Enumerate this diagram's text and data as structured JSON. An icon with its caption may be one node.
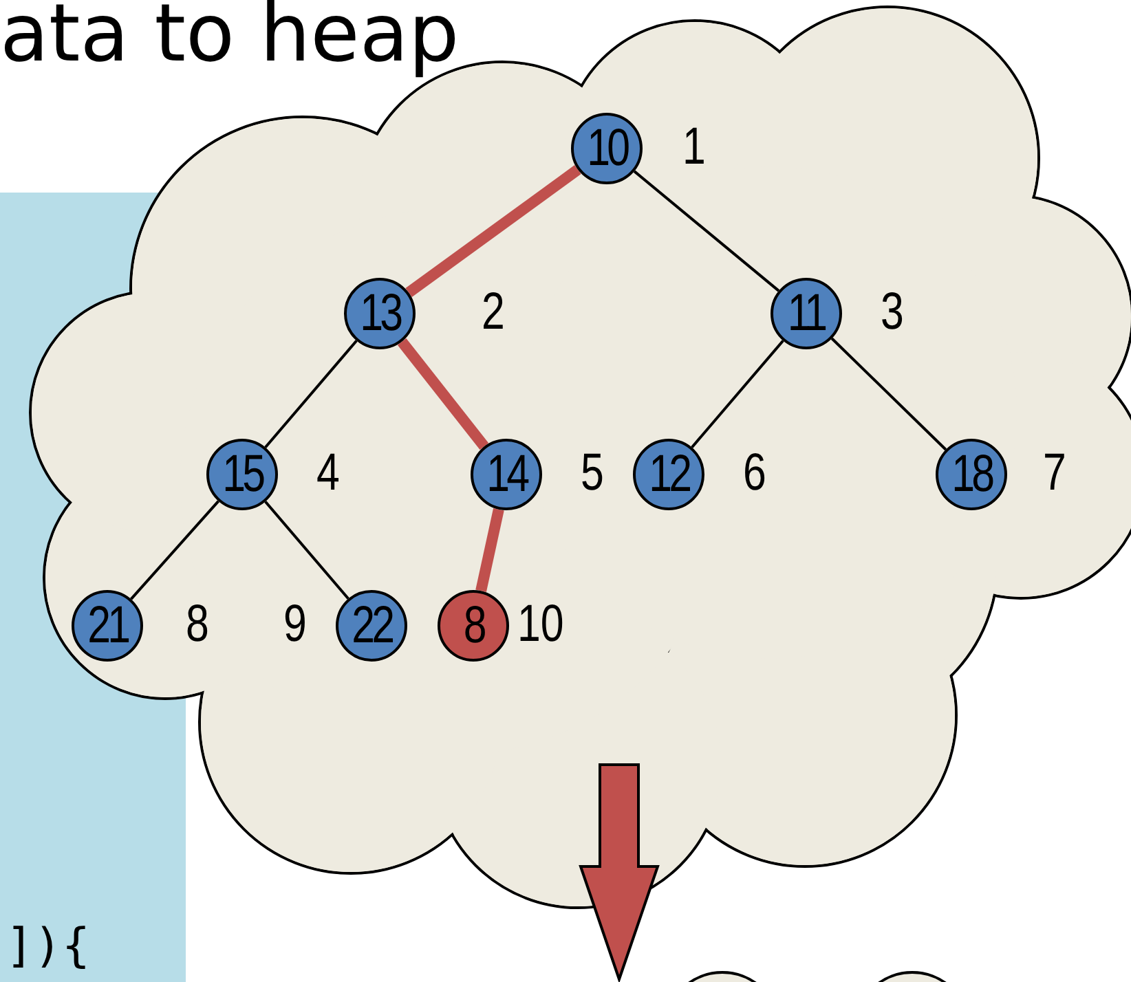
{
  "diagram": {
    "title": "ata to heap",
    "nodes": [
      {
        "text": [],
        "shape": "cloud"
      },
      {
        "text": [
          "10"
        ],
        "beside": [
          "1"
        ],
        "in": 0
      },
      {
        "text": [
          "13"
        ],
        "beside": [
          "2"
        ],
        "in": 0
      },
      {
        "text": [
          "11"
        ],
        "beside": [
          "3"
        ],
        "in": 0
      },
      {
        "text": [
          "15"
        ],
        "beside": [
          "4"
        ],
        "in": 0
      },
      {
        "text": [
          "14"
        ],
        "beside": [
          "5"
        ],
        "in": 0
      },
      {
        "text": [
          "12"
        ],
        "beside": [
          "6"
        ],
        "in": 0
      },
      {
        "text": [
          "18"
        ],
        "beside": [
          "7"
        ],
        "in": 0
      },
      {
        "text": [
          "21"
        ],
        "beside": [
          "8"
        ],
        "in": 0
      },
      {
        "text": [
          "22"
        ],
        "beside": [
          "9"
        ],
        "in": 0
      },
      {
        "text": [
          "8"
        ],
        "beside": [
          "10"
        ],
        "in": 0
      }
    ],
    "edges": [
      {
        "from": 1,
        "to": 2,
        "arrow": "none",
        "style": "thick",
        "color": "#c0504d"
      },
      {
        "from": 1,
        "to": 3,
        "arrow": "none"
      },
      {
        "from": 2,
        "to": 4,
        "arrow": "none"
      },
      {
        "from": 2,
        "to": 5,
        "arrow": "none",
        "style": "thick",
        "color": "#c0504d"
      },
      {
        "from": 3,
        "to": 6,
        "arrow": "none"
      },
      {
        "from": 3,
        "to": 7,
        "arrow": "none"
      },
      {
        "from": 4,
        "to": 8,
        "arrow": "none"
      },
      {
        "from": 4,
        "to": 9,
        "arrow": "none"
      },
      {
        "from": 5,
        "to": 10,
        "arrow": "none",
        "style": "thick",
        "color": "#c0504d"
      },
      {
        "from": 0,
        "to": null,
        "arrow": "to"
      }
    ],
    "labels": [
      "]){"
    ]
  }
}
